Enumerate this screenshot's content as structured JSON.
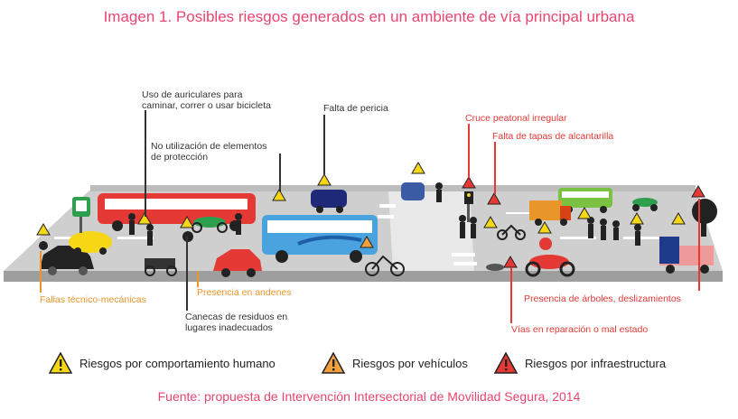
{
  "title": "Imagen 1. Posibles riesgos generados en un ambiente de vía principal urbana",
  "labels": {
    "auriculares": "Uso de auriculares para\ncaminar, correr o usar bicicleta",
    "proteccion": "No utilización de elementos\nde protección",
    "pericia": "Falta de pericia",
    "cruce": "Cruce peatonal irregular",
    "tapas": "Falta de tapas de alcantarilla",
    "fallas": "Fallas técnico-mecánicas",
    "andenes": "Presencia en andenes",
    "canecas": "Canecas de residuos en\nlugares inadecuados",
    "arboles": "Presencia de árboles, deslizamientos",
    "vias": "Vías en reparación o mal estado"
  },
  "legend": [
    {
      "label": "Riesgos por comportamiento humano",
      "color": "#f5d716"
    },
    {
      "label": "Riesgos por vehículos",
      "color": "#f2a03d"
    },
    {
      "label": "Riesgos por infraestructura",
      "color": "#e53935"
    }
  ],
  "source": "Fuente: propuesta de Intervención Intersectorial de Movilidad Segura, 2014",
  "colors": {
    "accent": "#e8466f",
    "human": "#f5d716",
    "vehicle": "#f2a03d",
    "infrastructure": "#e53935"
  }
}
